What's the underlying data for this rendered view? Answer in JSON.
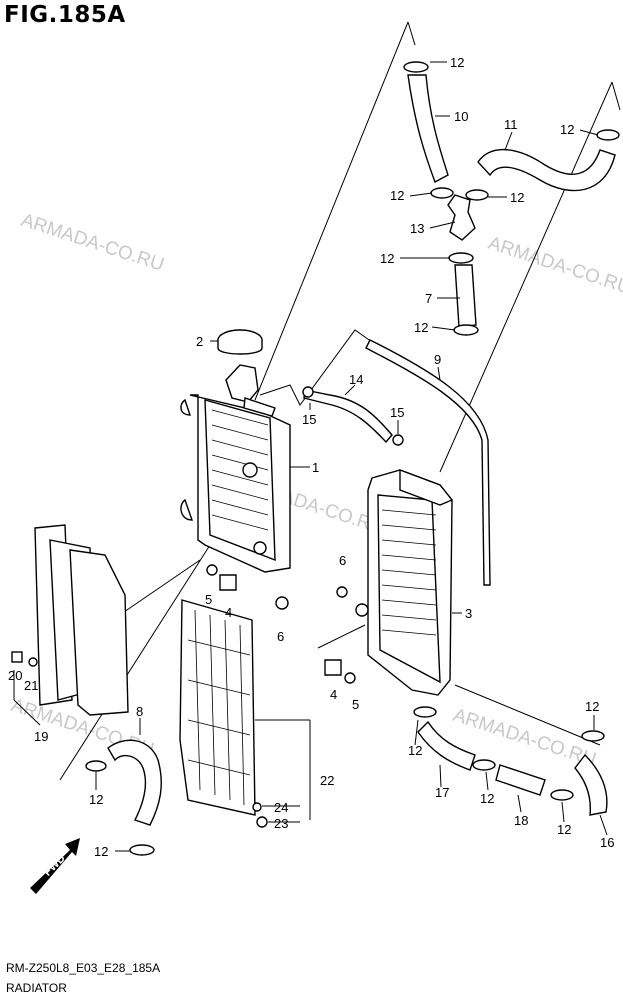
{
  "figure": {
    "title": "FIG.185A",
    "drawing_code": "RM-Z250L8_E03_E28_185A",
    "caption": "RADIATOR",
    "watermark": "ARMADA-CO.RU",
    "fwd_label": "FWD"
  },
  "callouts": {
    "c1": "1",
    "c2": "2",
    "c3": "3",
    "c4a": "4",
    "c4b": "4",
    "c5a": "5",
    "c5b": "5",
    "c6a": "6",
    "c6b": "6",
    "c7": "7",
    "c8": "8",
    "c9": "9",
    "c10": "10",
    "c11": "11",
    "c12a": "12",
    "c12b": "12",
    "c12c": "12",
    "c12d": "12",
    "c12e": "12",
    "c12f": "12",
    "c12g": "12",
    "c12h": "12",
    "c12i": "12",
    "c12j": "12",
    "c12k": "12",
    "c12l": "12",
    "c13": "13",
    "c14": "14",
    "c15a": "15",
    "c15b": "15",
    "c16": "16",
    "c17": "17",
    "c18": "18",
    "c19": "19",
    "c20": "20",
    "c21": "21",
    "c22": "22",
    "c23": "23",
    "c24": "24"
  }
}
